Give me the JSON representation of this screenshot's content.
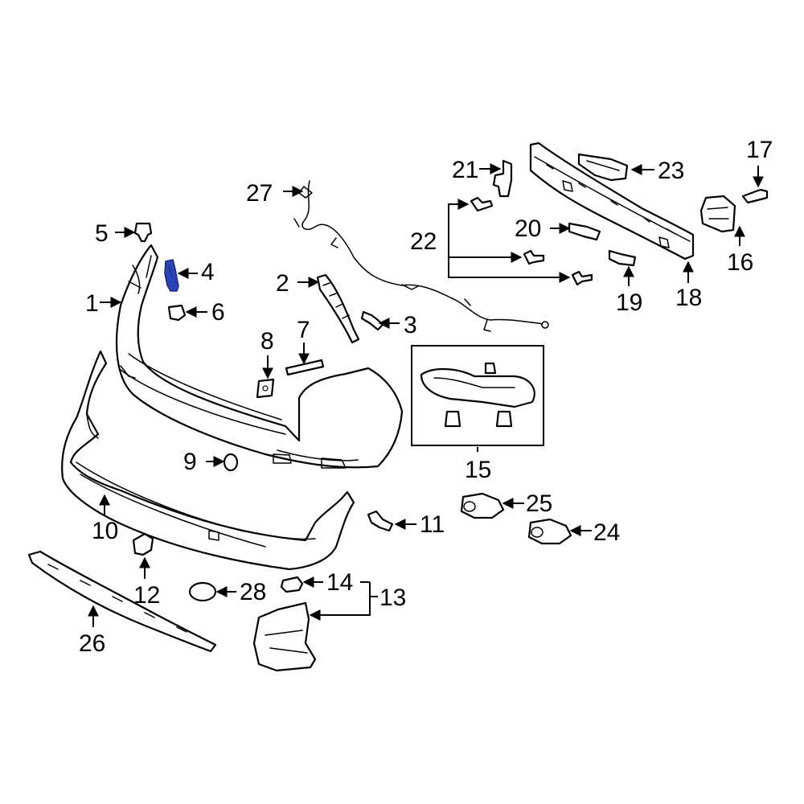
{
  "diagram": {
    "highlight_color": "#2b43b8",
    "line_color": "#000000",
    "background": "#ffffff",
    "callouts": {
      "c1": "1",
      "c2": "2",
      "c3": "3",
      "c4": "4",
      "c5": "5",
      "c6": "6",
      "c7": "7",
      "c8": "8",
      "c9": "9",
      "c10": "10",
      "c11": "11",
      "c12": "12",
      "c13": "13",
      "c14": "14",
      "c15": "15",
      "c16": "16",
      "c17": "17",
      "c18": "18",
      "c19": "19",
      "c20": "20",
      "c21": "21",
      "c22": "22",
      "c23": "23",
      "c24": "24",
      "c25": "25",
      "c26": "26",
      "c27": "27",
      "c28": "28"
    },
    "highlighted_part": "4"
  }
}
